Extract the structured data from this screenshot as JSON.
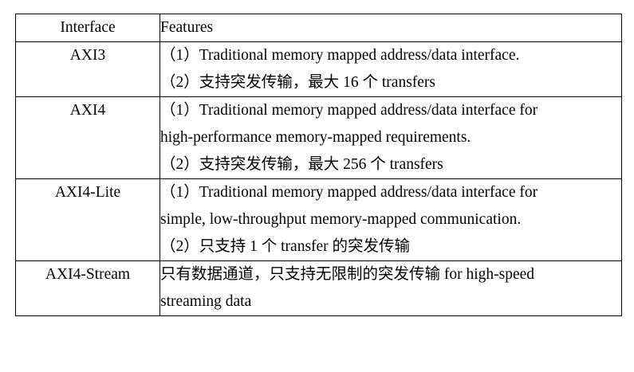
{
  "table": {
    "headers": {
      "interface": "Interface",
      "features": "Features"
    },
    "rows": [
      {
        "interface": "AXI3",
        "lines": [
          "（1）Traditional memory mapped address/data interface.",
          "（2）支持突发传输，最大 16 个 transfers"
        ]
      },
      {
        "interface": "AXI4",
        "lines": [
          "（1）Traditional memory mapped address/data interface for",
          "high-performance memory-mapped requirements.",
          "（2）支持突发传输，最大 256 个 transfers"
        ]
      },
      {
        "interface": "AXI4-Lite",
        "lines": [
          "（1）Traditional memory mapped address/data interface for",
          "simple, low-throughput memory-mapped communication.",
          "（2）只支持 1 个 transfer 的突发传输"
        ]
      },
      {
        "interface": "AXI4-Stream",
        "lines": [
          "只有数据通道，只支持无限制的突发传输  for high-speed",
          "streaming data"
        ]
      }
    ]
  }
}
